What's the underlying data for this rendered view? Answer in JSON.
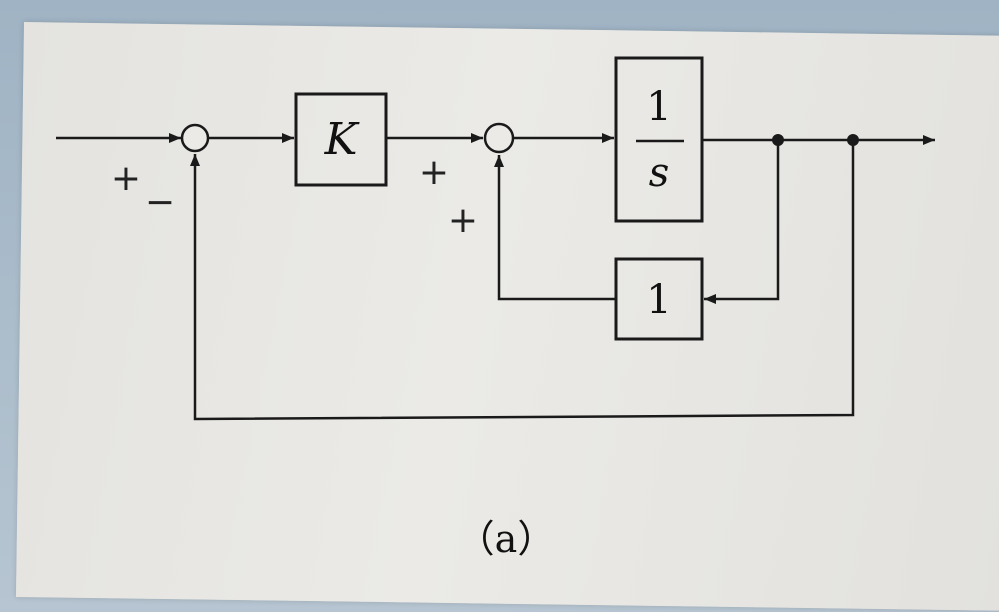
{
  "blocks": {
    "gain_label": "K",
    "integrator_numerator": "1",
    "integrator_denominator": "s",
    "feedback_label": "1"
  },
  "signs": {
    "outer_sum_plus": "+",
    "outer_sum_minus": "−",
    "inner_sum_plus_forward": "+",
    "inner_sum_plus_feedback": "+"
  },
  "caption": "（a）",
  "colors": {
    "ink": "#1a1a1a",
    "paper": "#e7e6e2",
    "background": "#a9bccb"
  }
}
